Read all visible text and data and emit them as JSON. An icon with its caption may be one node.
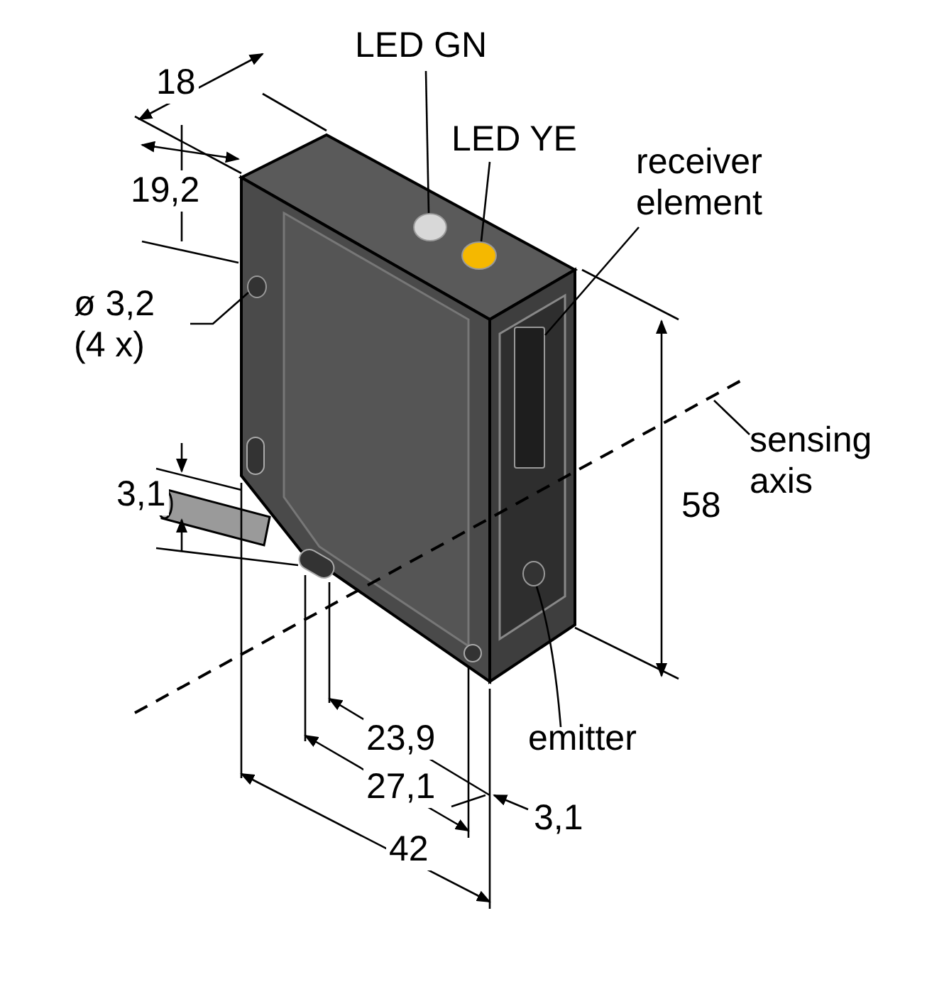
{
  "diagram": {
    "nodes": [
      {
        "text": [
          "LED GN"
        ]
      },
      {
        "text": [],
        "shape": "circle"
      },
      {
        "text": [
          "LED YE"
        ]
      },
      {
        "text": [],
        "shape": "circle"
      },
      {
        "text": [
          "receiver element"
        ]
      },
      {
        "text": [],
        "shape": "box"
      },
      {
        "text": [
          "emitter"
        ]
      },
      {
        "text": [],
        "shape": "circle"
      },
      {
        "text": [
          "ø 3,2 (4 x)"
        ]
      },
      {
        "text": [],
        "shape": "circle"
      },
      {
        "text": [
          "sensing axis"
        ]
      }
    ],
    "edges": [
      {
        "from": 0,
        "to": 1,
        "arrow": "none"
      },
      {
        "from": 2,
        "to": 3,
        "arrow": "none"
      },
      {
        "from": 4,
        "to": 5,
        "arrow": "none"
      },
      {
        "from": 6,
        "to": 7,
        "arrow": "none"
      },
      {
        "from": 8,
        "to": 9,
        "arrow": "none"
      },
      {
        "from": 10,
        "to": null,
        "arrow": "none"
      }
    ],
    "labels": [
      "18",
      "19,2",
      "3,1",
      "58",
      "23,9",
      "27,1",
      "3,1",
      "42"
    ]
  }
}
